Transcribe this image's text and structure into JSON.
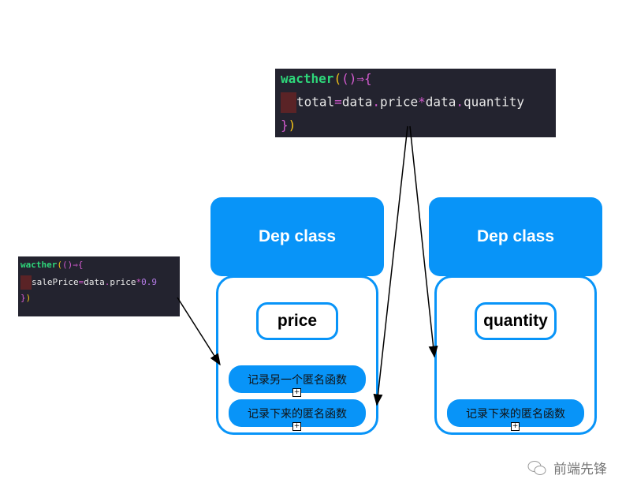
{
  "code_main": {
    "kw": "wacther",
    "open_paren": "(",
    "close_paren": ")",
    "arrow": "⇒{",
    "body_a": "total",
    "eq": "=",
    "body_b": "data",
    "dot1": ".",
    "body_c": "price",
    "star": "*",
    "body_d": "data",
    "dot2": ".",
    "body_e": "quantity",
    "close_brace": "}",
    "close_p": ")"
  },
  "code_side": {
    "kw": "wacther",
    "open_paren": "(",
    "close_paren": ")",
    "arrow": "⇒{",
    "body_a": "salePrice",
    "eq": "=",
    "body_b": "data",
    "dot1": ".",
    "body_c": "price",
    "star": "*",
    "num": "0.9",
    "close_brace": "}",
    "close_p": ")"
  },
  "left_dep": {
    "header": "Dep class",
    "key": "price",
    "items": [
      "记录另一个匿名函数",
      "记录下来的匿名函数"
    ]
  },
  "right_dep": {
    "header": "Dep class",
    "key": "quantity",
    "items": [
      "记录下来的匿名函数"
    ]
  },
  "watermark": {
    "text": "前端先锋",
    "icon": "wechat-icon"
  },
  "colors": {
    "accent": "#0894f8",
    "code_bg": "#23232f"
  }
}
